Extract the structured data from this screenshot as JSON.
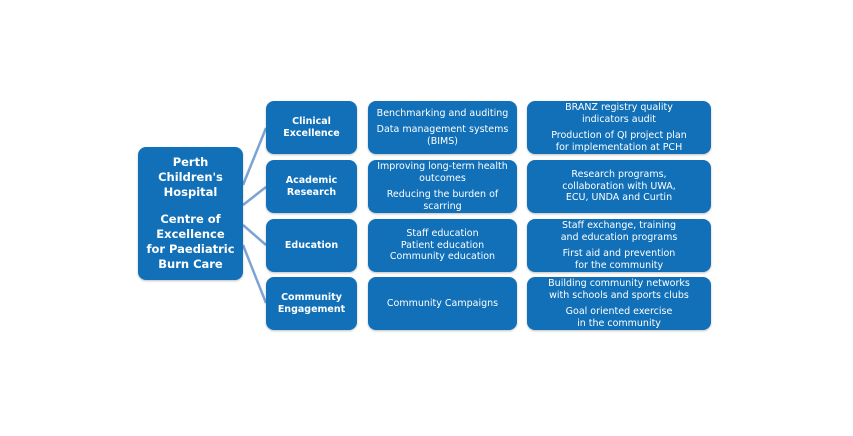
{
  "root": {
    "title_lines": [
      "Perth",
      "Children's",
      "Hospital"
    ],
    "subtitle_lines": [
      "Centre of",
      "Excellence",
      "for Paediatric",
      "Burn Care"
    ]
  },
  "rows": [
    {
      "pillar_lines": [
        "Clinical",
        "Excellence"
      ],
      "mid": [
        [
          "Benchmarking and auditing"
        ],
        [
          "Data management systems",
          "(BIMS)"
        ]
      ],
      "right": [
        [
          "BRANZ registry quality",
          "indicators audit"
        ],
        [
          "Production of QI project plan",
          "for implementation at PCH"
        ]
      ]
    },
    {
      "pillar_lines": [
        "Academic",
        "Research"
      ],
      "mid": [
        [
          "Improving long-term health",
          "outcomes"
        ],
        [
          "Reducing the burden of",
          "scarring"
        ]
      ],
      "right": [
        [
          "Research programs,",
          "collaboration with UWA,",
          "ECU, UNDA and Curtin"
        ]
      ]
    },
    {
      "pillar_lines": [
        "Education"
      ],
      "mid": [
        [
          "Staff education"
        ],
        [
          "Patient education"
        ],
        [
          "Community education"
        ]
      ],
      "right": [
        [
          "Staff exchange, training",
          "and education programs"
        ],
        [
          "First aid and prevention",
          "for the community"
        ]
      ]
    },
    {
      "pillar_lines": [
        "Community",
        "Engagement"
      ],
      "mid": [
        [
          "Community Campaigns"
        ]
      ],
      "right": [
        [
          "Building community networks",
          "with schools and sports clubs"
        ],
        [
          "Goal oriented exercise",
          "in the community"
        ]
      ]
    }
  ],
  "colors": {
    "box_fill": "#1170b8",
    "connector": "#7ca3d6",
    "text": "#ffffff"
  }
}
